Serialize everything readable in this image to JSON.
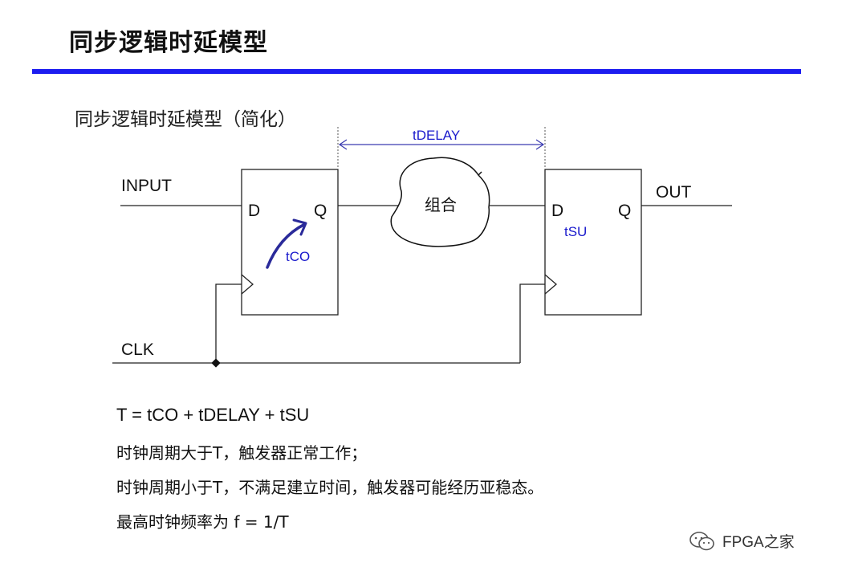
{
  "title": "同步逻辑时延模型",
  "subtitle": "同步逻辑时延模型（简化）",
  "diagram": {
    "tdelay_label": "tDELAY",
    "input_label": "INPUT",
    "clk_label": "CLK",
    "out_label": "OUT",
    "ff1": {
      "d": "D",
      "q": "Q",
      "tco": "tCO"
    },
    "combo_label": "组合",
    "ff2": {
      "d": "D",
      "q": "Q",
      "tsu": "tSU"
    }
  },
  "notes": {
    "equation": "T = tCO + tDELAY + tSU",
    "line1": "时钟周期大于T，触发器正常工作；",
    "line2": "时钟周期小于T，不满足建立时间，触发器可能经历亚稳态。",
    "line3": "最高时钟频率为 f = 1/T"
  },
  "watermark": {
    "text": "FPGA之家",
    "icon": "wechat-icon"
  },
  "colors": {
    "rule": "#1c1cf0",
    "arrow": "#2a2a9a",
    "annotation": "#1a1acc"
  }
}
